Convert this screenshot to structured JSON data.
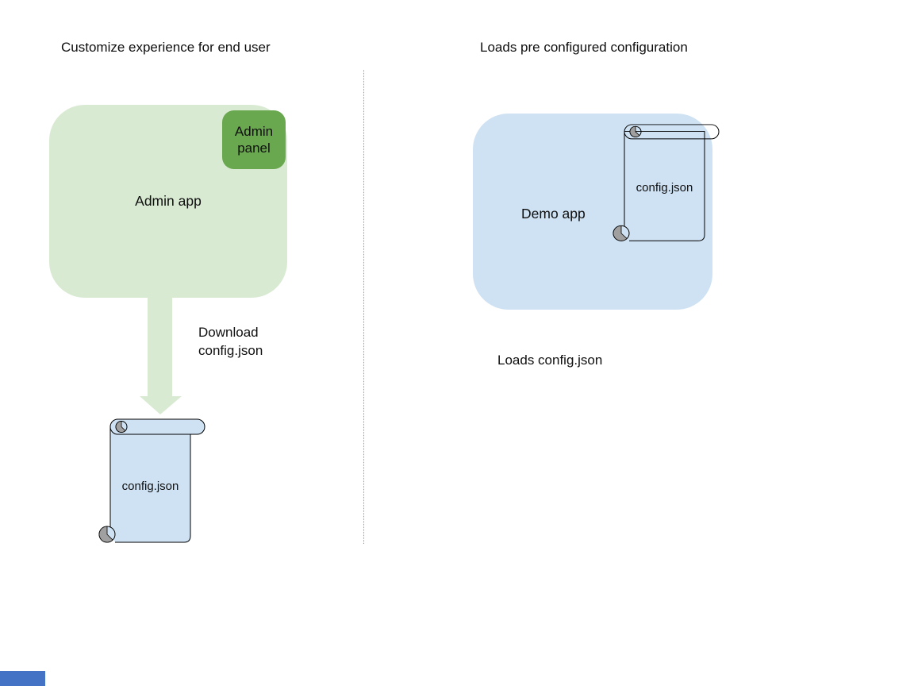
{
  "left": {
    "title": "Customize experience for end user",
    "admin_app_label": "Admin app",
    "admin_panel_label": "Admin\npanel",
    "download_label": "Download\nconfig.json",
    "config_file_label": "config.json"
  },
  "right": {
    "title": "Loads pre configured configuration",
    "demo_app_label": "Demo app",
    "config_file_label": "config.json",
    "loads_label": "Loads config.json"
  },
  "colors": {
    "app_green": "#d9ead3",
    "panel_green": "#6aa84f",
    "app_blue": "#cfe2f3",
    "scroll_fill_blue": "#cfe2f3",
    "scroll_curl_gray": "#a0a0a0",
    "shape_outline": "#000000",
    "arrow_green": "#d9ead3",
    "divider_gray": "#9b9b9b",
    "corner_rect_blue": "#4472c4",
    "text_color": "#0f0f0f",
    "background": "#ffffff"
  }
}
